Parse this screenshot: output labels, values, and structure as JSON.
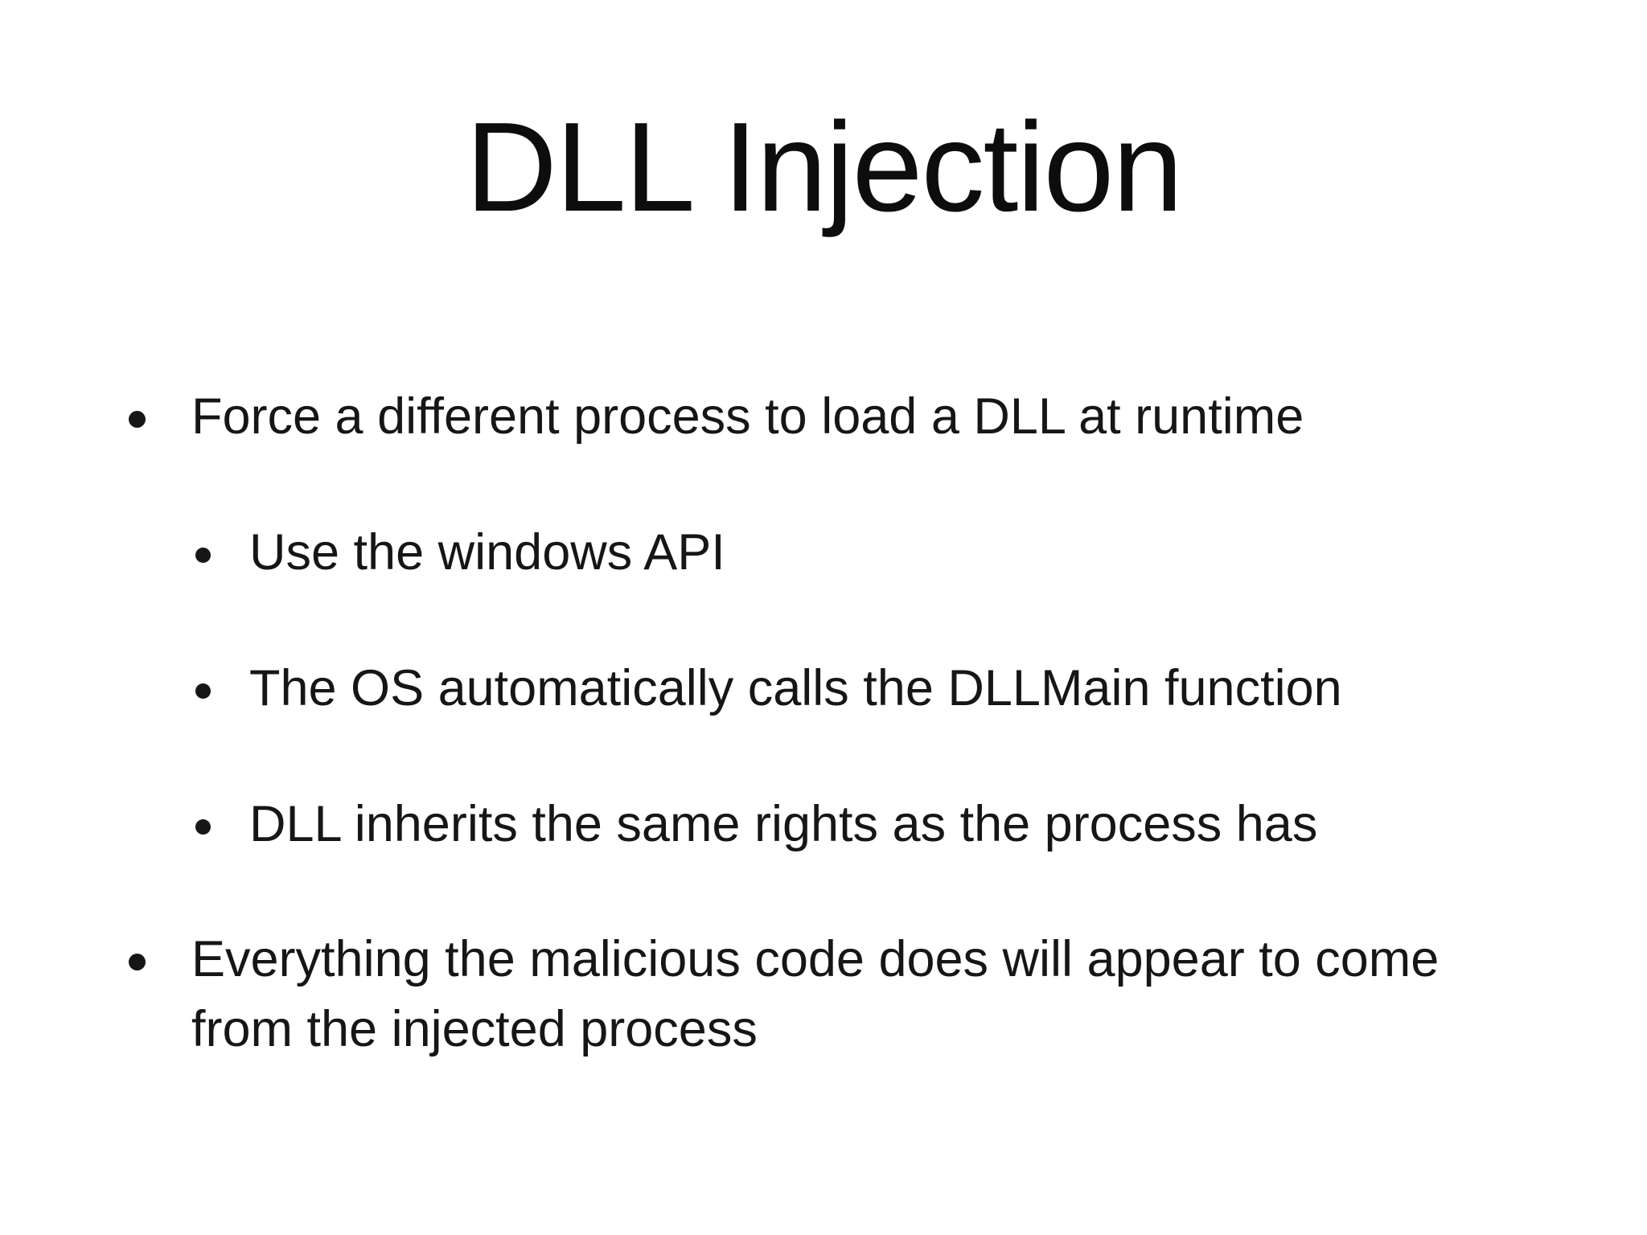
{
  "slide": {
    "title": "DLL Injection",
    "bullets": [
      {
        "level": 1,
        "text": "Force a different process to load a DLL at runtime"
      },
      {
        "level": 2,
        "text": "Use the windows API"
      },
      {
        "level": 2,
        "text": "The OS automatically calls the DLLMain function"
      },
      {
        "level": 2,
        "text": "DLL inherits the same rights as the process has"
      },
      {
        "level": 1,
        "text": "Everything the malicious code does will appear to come from the injected process"
      }
    ],
    "colors": {
      "background": "#ffffff",
      "text": "#161616",
      "title_text": "#0d0d0d"
    }
  }
}
